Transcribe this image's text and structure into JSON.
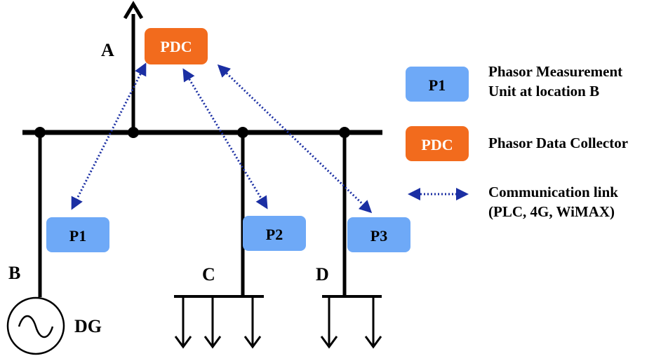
{
  "colors": {
    "pmu_fill": "#6ea9f7",
    "pdc_fill": "#f26b1d",
    "link": "#1b2fa3",
    "line": "#000000"
  },
  "nodes": {
    "a": "A",
    "b": "B",
    "c": "C",
    "d": "D",
    "dg": "DG"
  },
  "boxes": {
    "pdc": "PDC",
    "p1": "P1",
    "p2": "P2",
    "p3": "P3"
  },
  "legend": {
    "pmu_box": "P1",
    "pmu_line1": "Phasor Measurement",
    "pmu_line2": "Unit at location B",
    "pdc_box": "PDC",
    "pdc_text": "Phasor Data Collector",
    "link_line1": "Communication link",
    "link_line2": "(PLC, 4G, WiMAX)"
  }
}
